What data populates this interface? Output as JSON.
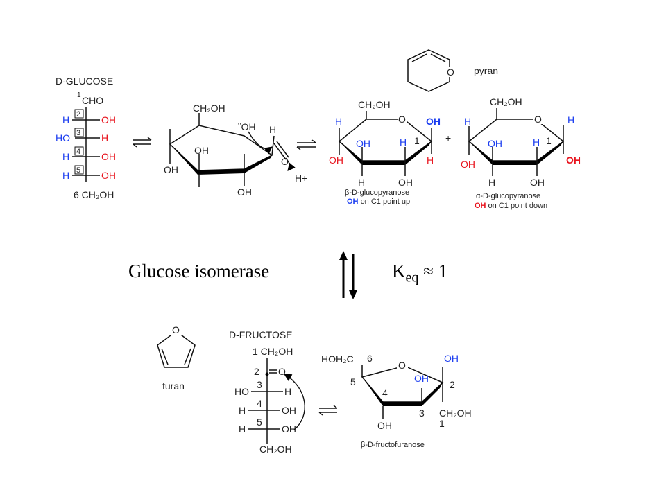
{
  "top": {
    "glucose_title": "D-GLUCOSE",
    "fischer": {
      "c1_num": "1",
      "c1_group": "CHO",
      "rows": [
        {
          "num": "2",
          "left": "H",
          "right": "OH"
        },
        {
          "num": "3",
          "left": "HO",
          "right": "H"
        },
        {
          "num": "4",
          "left": "H",
          "right": "OH"
        },
        {
          "num": "5",
          "left": "H",
          "right": "OH"
        }
      ],
      "c6": "6 CH₂OH"
    },
    "open_chain_ring": {
      "ch2oh": "CH₂OH",
      "oh_top": "¨OH",
      "h_ald": "H",
      "o_ald": "O",
      "oh_mid": "OH",
      "oh_left": "OH",
      "oh_bottom": "OH",
      "hplus": "H+"
    },
    "pyran_label": "pyran",
    "pyran_o": "O",
    "beta": {
      "ch2oh": "CH₂OH",
      "ring_o": "O",
      "h_c5": "H",
      "oh_c4": "OH",
      "oh_c3": "OH",
      "h_c3": "H",
      "oh_c2": "OH",
      "h_c2": "H",
      "c1_num": "1",
      "oh_c1": "OH",
      "h_c1": "H",
      "name": "β-D-glucopyranose",
      "note_oh": "OH",
      "note_rest": "on C1 point up"
    },
    "plus": "+",
    "alpha": {
      "ch2oh": "CH₂OH",
      "ring_o": "O",
      "h_c5": "H",
      "oh_c4": "OH",
      "oh_c3": "OH",
      "h_c3": "H",
      "oh_c2": "OH",
      "h_c2": "H",
      "c1_num": "1",
      "h_c1": "H",
      "oh_c1": "OH",
      "name": "α-D-glucopyranose",
      "note_oh": "OH",
      "note_rest": "on C1 point down"
    }
  },
  "middle": {
    "enzyme": "Glucose isomerase",
    "keq_main": "K",
    "keq_sub": "eq",
    "keq_value": "≈ 1"
  },
  "bottom": {
    "furan_o": "O",
    "furan_label": "furan",
    "fructose_title": "D-FRUCTOSE",
    "fischer": {
      "c1": "1 CH₂OH",
      "c2_num": "2",
      "c2_o": "O",
      "rows": [
        {
          "num": "3",
          "left": "HO",
          "right": "H"
        },
        {
          "num": "4",
          "left": "H",
          "right": "OH"
        },
        {
          "num": "5",
          "left": "H",
          "right": "OH"
        }
      ],
      "c6": "CH₂OH"
    },
    "furanose": {
      "hoh2c": "HOH₂C",
      "c6": "6",
      "c5": "5",
      "ring_o": "O",
      "oh_c2_top": "OH",
      "oh_c2_inner": "OH",
      "c2": "2",
      "c4": "4",
      "c3": "3",
      "oh_c4": "OH",
      "ch2oh": "CH₂OH",
      "c1": "1",
      "name": "β-D-fructofuranose"
    }
  },
  "colors": {
    "blue_label": "#1a3cf0",
    "red_label": "#e8141e",
    "black_label": "#222222"
  }
}
